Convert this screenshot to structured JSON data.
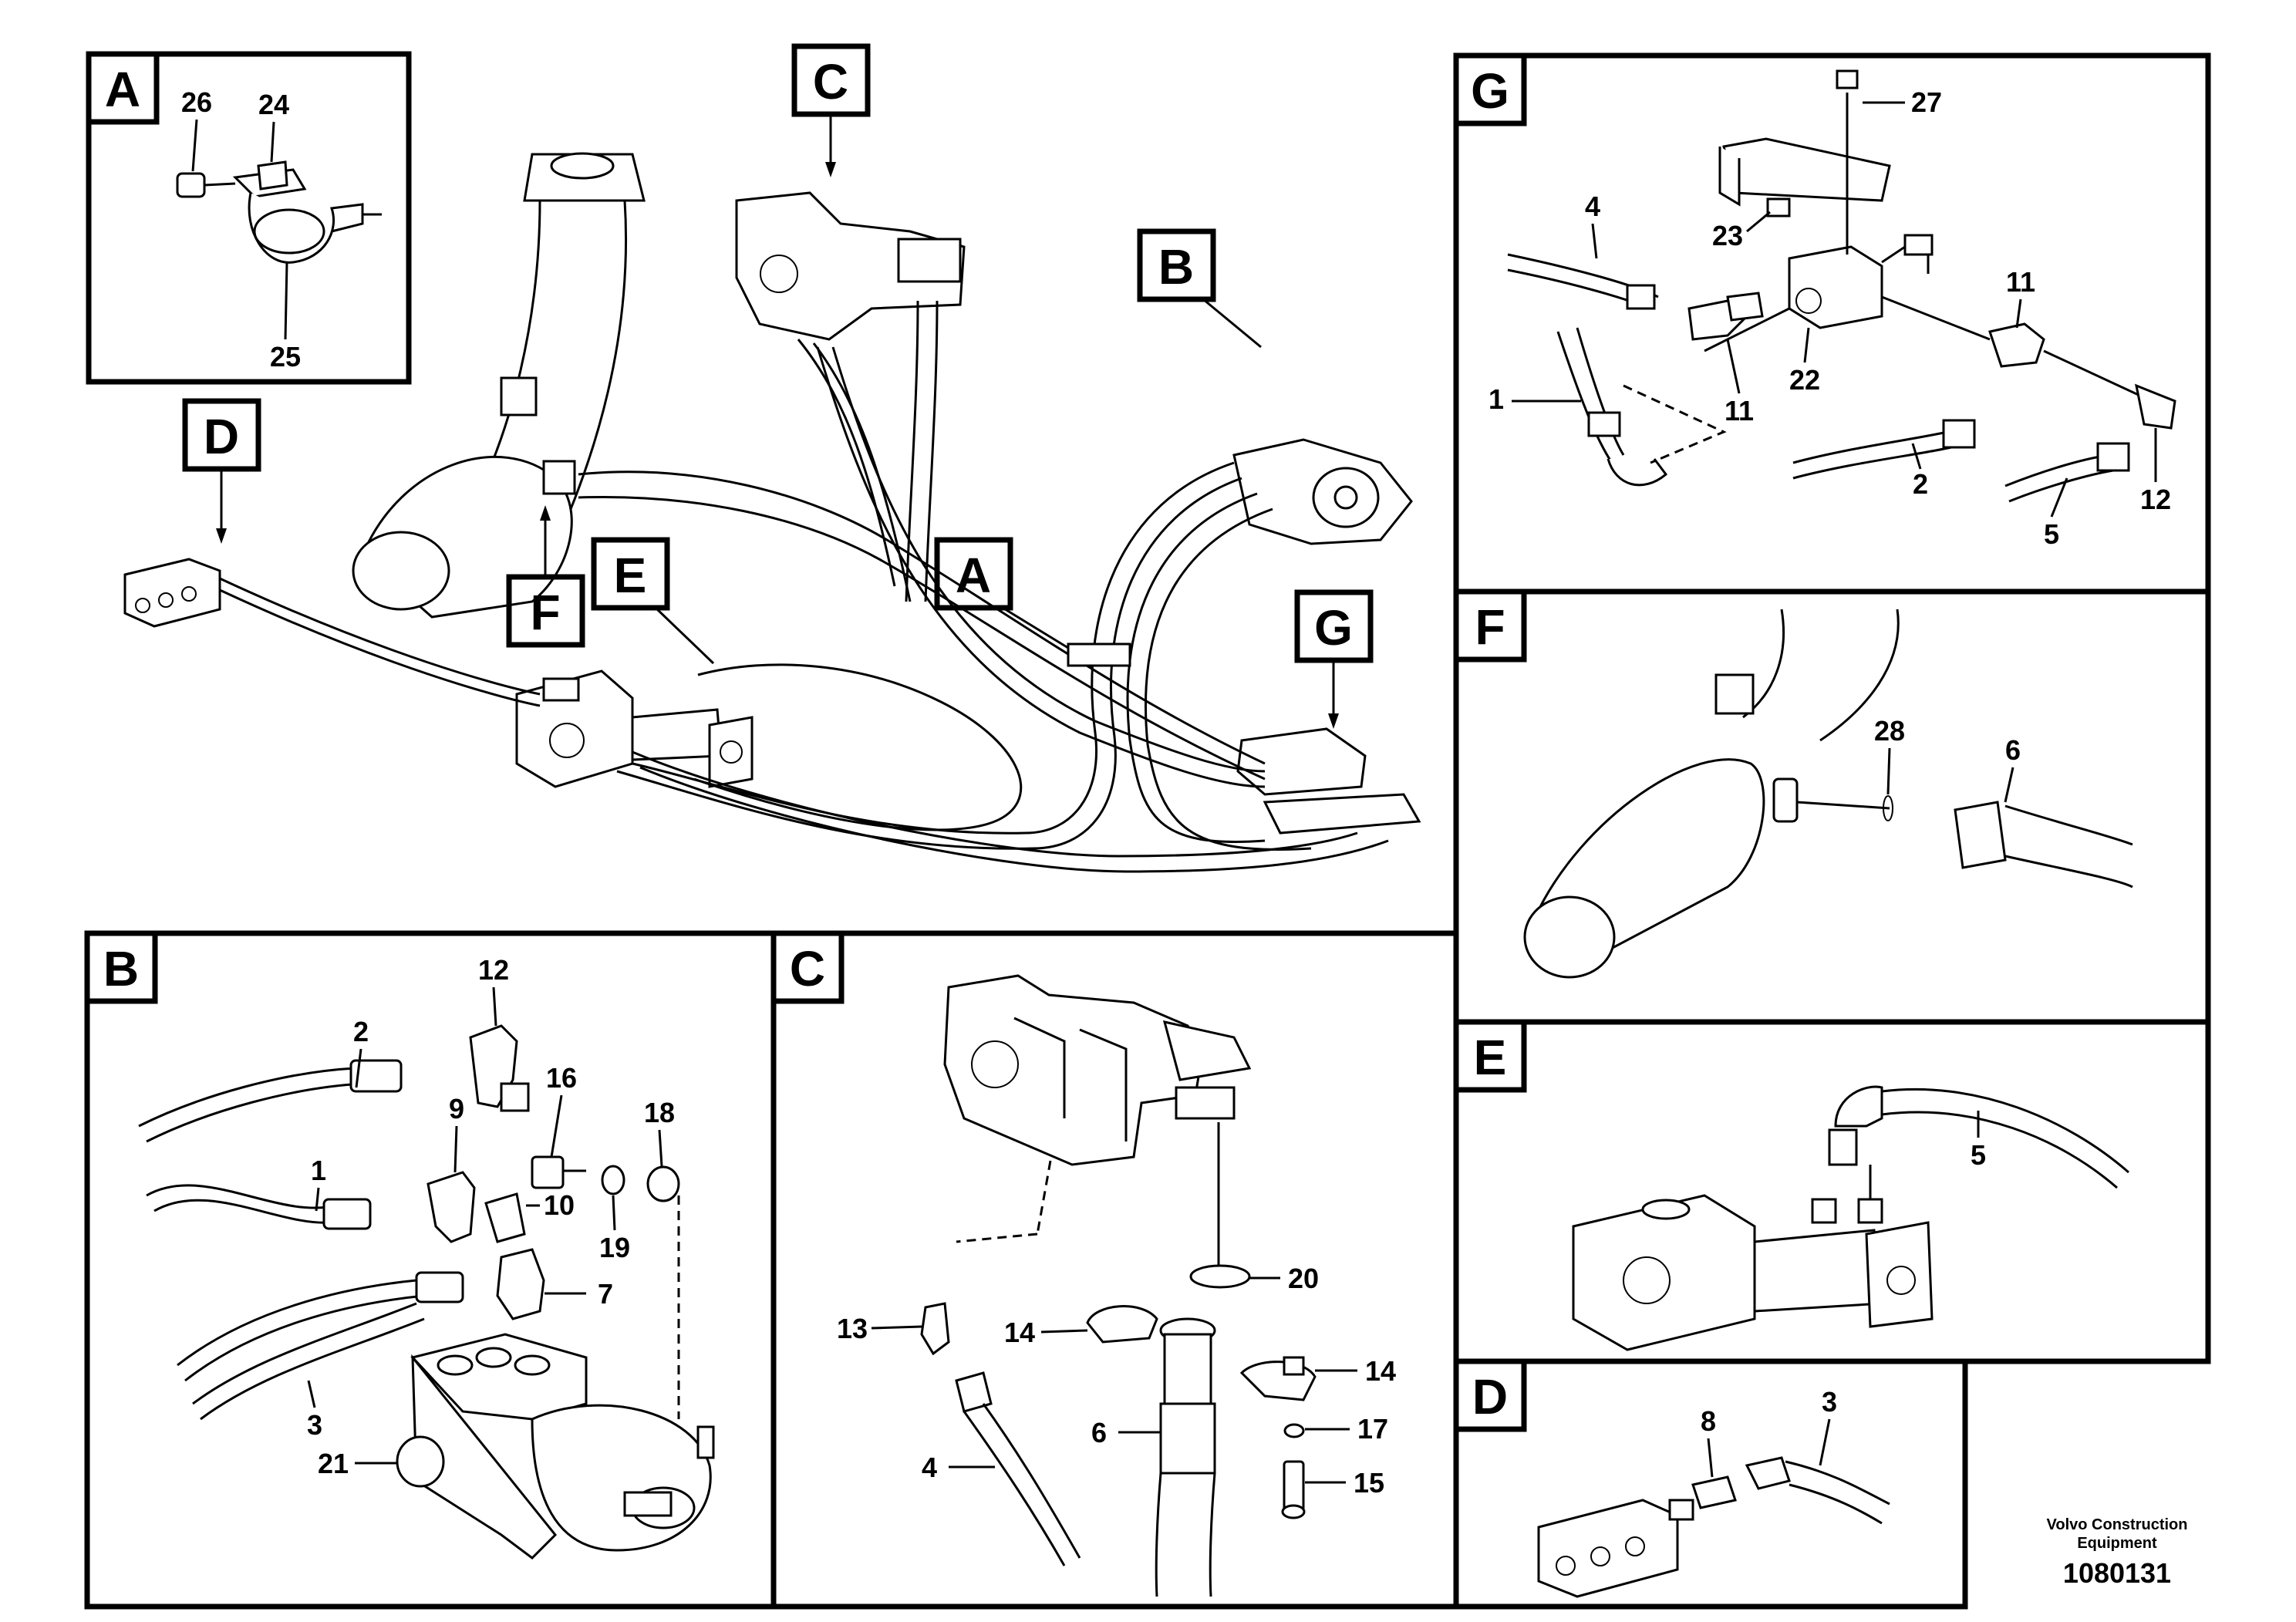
{
  "callouts": {
    "main": [
      "A",
      "B",
      "C",
      "D",
      "E",
      "F",
      "G"
    ],
    "panels": {
      "A": {
        "title": "A",
        "labels": [
          "26",
          "24",
          "25"
        ]
      },
      "B": {
        "title": "B",
        "labels": [
          "12",
          "2",
          "16",
          "9",
          "18",
          "1",
          "10",
          "19",
          "7",
          "3",
          "21"
        ]
      },
      "C": {
        "title": "C",
        "labels": [
          "20",
          "13",
          "14",
          "14",
          "17",
          "6",
          "15",
          "4"
        ]
      },
      "D": {
        "title": "D",
        "labels": [
          "8",
          "3"
        ]
      },
      "E": {
        "title": "E",
        "labels": [
          "5"
        ]
      },
      "F": {
        "title": "F",
        "labels": [
          "28",
          "6"
        ]
      },
      "G": {
        "title": "G",
        "labels": [
          "27",
          "4",
          "23",
          "11",
          "22",
          "1",
          "11",
          "2",
          "12",
          "5"
        ]
      }
    }
  },
  "footer": {
    "brand_line1": "Volvo Construction",
    "brand_line2": "Equipment",
    "drawing_number": "1080131"
  }
}
